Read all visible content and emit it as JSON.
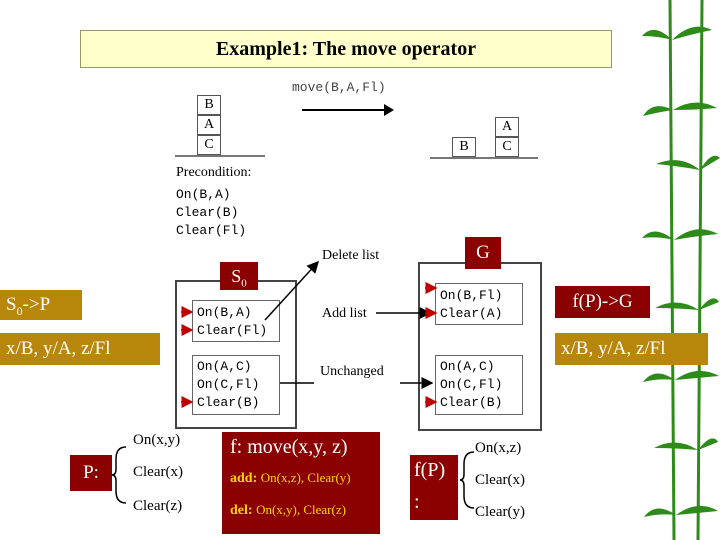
{
  "title": "Example1: The move operator",
  "top": {
    "move_call": "move(B,A,Fl)",
    "initial_stack": [
      "B",
      "A",
      "C"
    ],
    "goal_left": "B",
    "goal_right_top": "A",
    "goal_right_bottom": "C"
  },
  "precondition": {
    "heading": "Precondition:",
    "lines": [
      "On(B,A)",
      "Clear(B)",
      "Clear(Fl)"
    ]
  },
  "labels": {
    "delete_list": "Delete list",
    "add_list": "Add list",
    "unchanged": "Unchanged",
    "s0_main": "S",
    "s0_sub": "0",
    "g": "G"
  },
  "left_state": {
    "top_lines": [
      "On(B,A)",
      "Clear(Fl)"
    ],
    "bottom_lines": [
      "On(A,C)",
      "On(C,Fl)",
      "Clear(B)"
    ]
  },
  "right_state": {
    "top_lines": [
      "On(B,Fl)",
      "Clear(A)"
    ],
    "bottom_lines": [
      "On(A,C)",
      "On(C,Fl)",
      "Clear(B)"
    ]
  },
  "bands": {
    "left_top_main": "S",
    "left_top_sub": "0",
    "left_top_rest": "->P",
    "right_top": "f(P)->G",
    "left_bottom": "x/B, y/A, z/Fl",
    "right_bottom": "x/B, y/A, z/Fl"
  },
  "bottom": {
    "p_label": "P:",
    "p_items": [
      "On(x,y)",
      "Clear(x)",
      "Clear(z)"
    ],
    "f_label": "f: move(x,y, z)",
    "add_key": "add:",
    "add_val": "On(x,z), Clear(y)",
    "del_key": "del:",
    "del_val": "On(x,y), Clear(z)",
    "fp_label": "f(P)",
    "fp_colon": ":",
    "fp_items": [
      "On(x,z)",
      "Clear(x)",
      "Clear(y)"
    ]
  },
  "colors": {
    "dark_red": "#8b0000",
    "gold_band": "#b8860b",
    "title_bg": "#ffffcc",
    "arrow_red": "#c00000",
    "bamboo": "#2e8b1a"
  }
}
